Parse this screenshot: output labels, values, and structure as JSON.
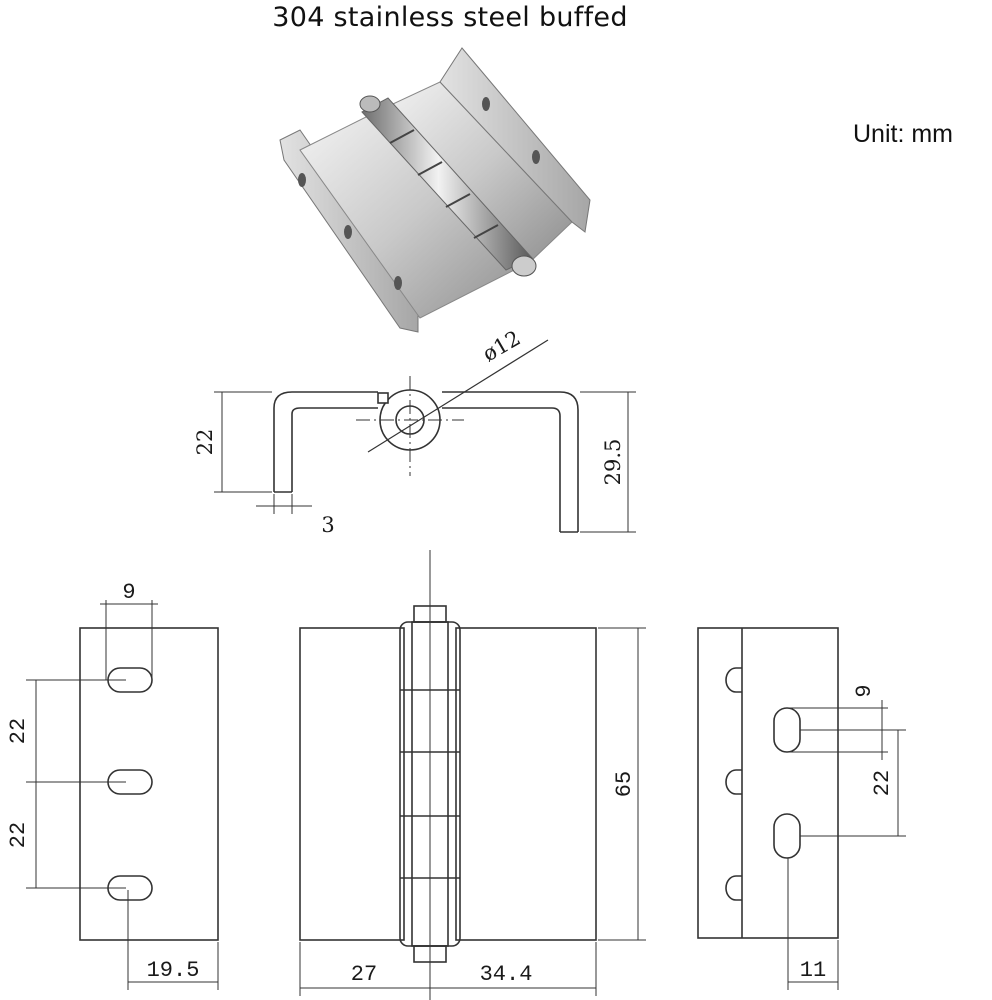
{
  "title": "304 stainless steel buffed",
  "unit_label": "Unit:  mm",
  "photo": {
    "description_icon": "steel-hinge-photo"
  },
  "dimensions": {
    "pin_diameter": "ø12",
    "leaf_height": "22",
    "overall_height": "29.5",
    "thickness": "3",
    "left_slot_width": "9",
    "left_spacing_top": "22",
    "left_spacing_bottom": "22",
    "left_edge_offset": "19.5",
    "front_length": "65",
    "front_left_width": "27",
    "front_right_width": "34.4",
    "right_slot_width": "9",
    "right_spacing": "22",
    "right_edge_offset": "11"
  }
}
